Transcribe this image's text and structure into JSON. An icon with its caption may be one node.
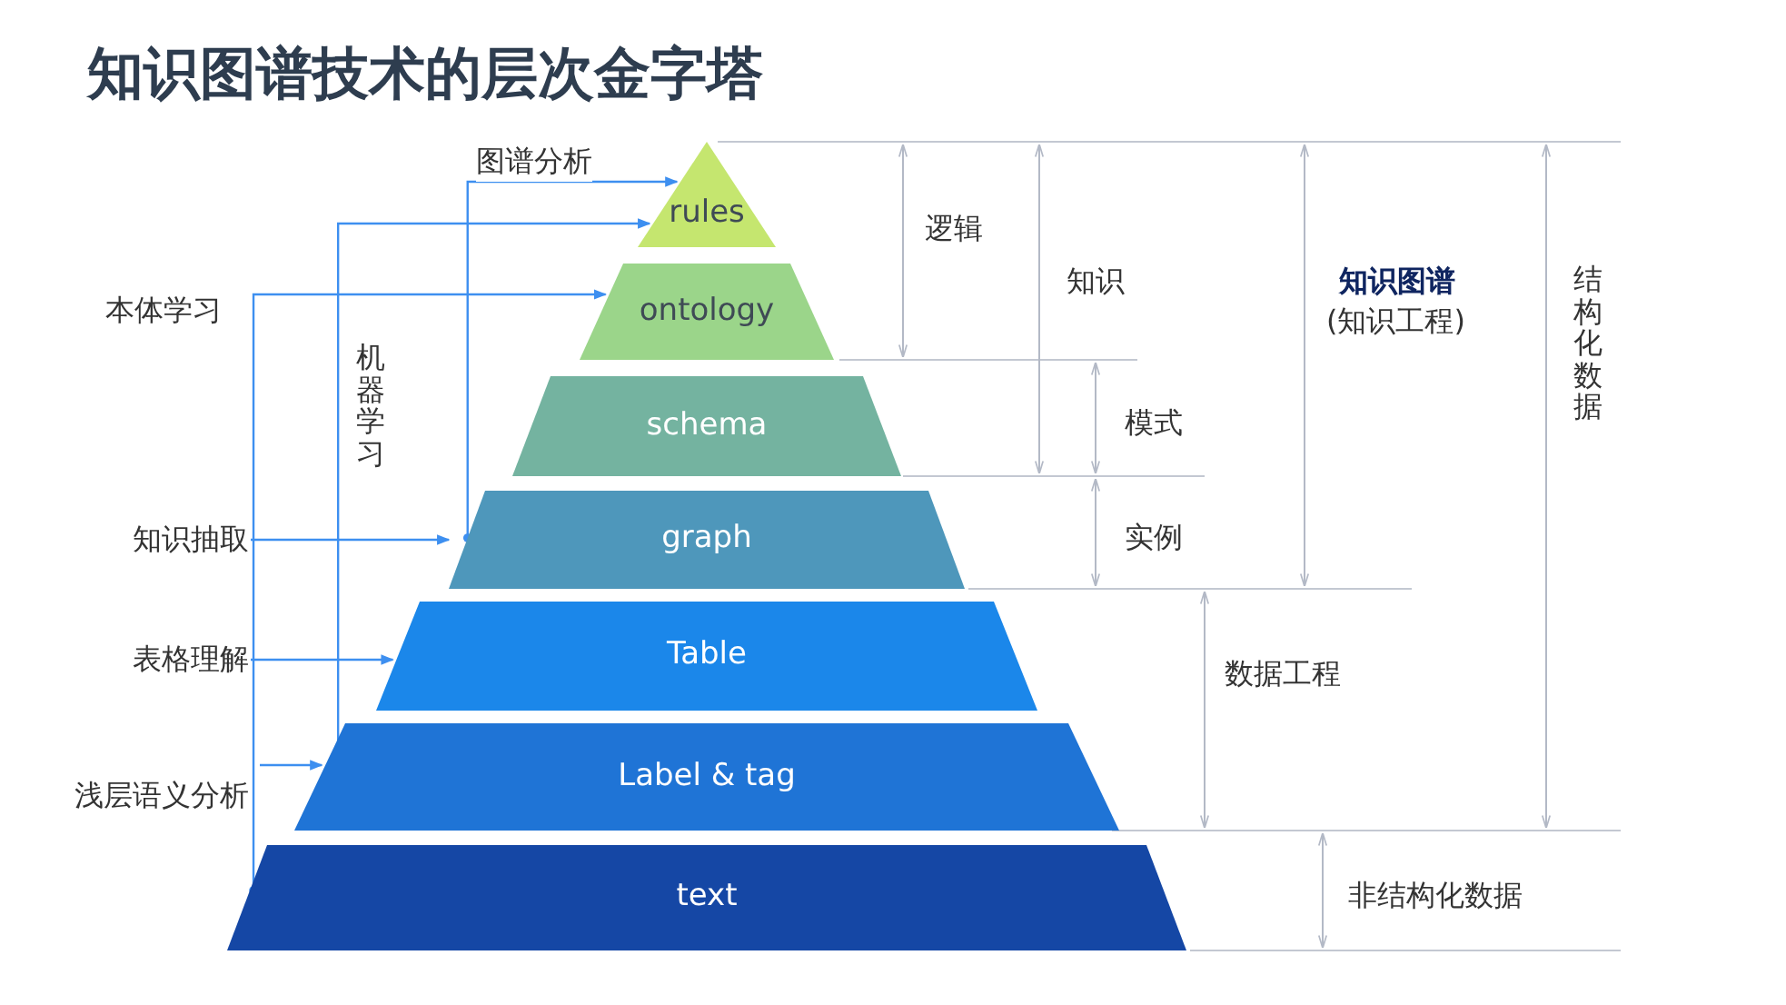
{
  "diagram": {
    "title": "知识图谱技术的层次金字塔",
    "nodes": [
      {
        "text": [
          "rules"
        ]
      },
      {
        "text": [
          "ontology"
        ]
      },
      {
        "text": [
          "schema"
        ]
      },
      {
        "text": [
          "graph"
        ]
      },
      {
        "text": [
          "Table"
        ]
      },
      {
        "text": [
          "Label & tag"
        ]
      },
      {
        "text": [
          "text"
        ]
      },
      {
        "text": [
          "知识抽取"
        ]
      },
      {
        "text": [
          "表格理解"
        ]
      },
      {
        "text": [
          "浅层语义分析"
        ]
      }
    ],
    "edges": [
      {
        "from": 3,
        "to": 0,
        "arrow": "to",
        "label": "图谱分析"
      },
      {
        "from": 5,
        "to": 0,
        "arrow": "to",
        "label": "机器学习"
      },
      {
        "from": 6,
        "to": 1,
        "arrow": "to",
        "label": "本体学习"
      },
      {
        "from": 7,
        "to": 3,
        "arrow": "to"
      },
      {
        "from": 8,
        "to": 4,
        "arrow": "to"
      },
      {
        "from": 9,
        "to": 5,
        "arrow": "to"
      }
    ],
    "labels": [
      "逻辑",
      "知识",
      "模式",
      "实例",
      "知识图谱",
      "(知识工程)",
      "结构化数据",
      "数据工程",
      "非结构化数据"
    ]
  }
}
